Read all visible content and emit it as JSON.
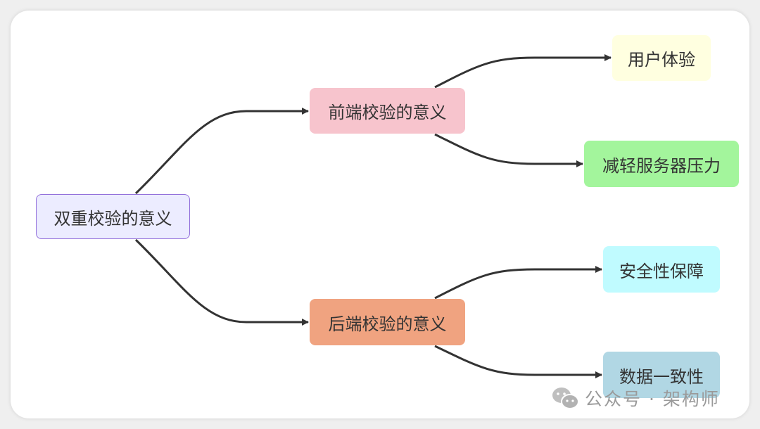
{
  "root": {
    "label": "双重校验的意义",
    "bg": "#ececff",
    "border": "#9370db"
  },
  "frontend": {
    "label": "前端校验的意义",
    "bg": "#f7c4cd"
  },
  "backend": {
    "label": "后端校验的意义",
    "bg": "#f0a380"
  },
  "leaves": [
    {
      "label": "用户体验",
      "bg": "#ffffe0"
    },
    {
      "label": "减轻服务器压力",
      "bg": "#a3f59c"
    },
    {
      "label": "安全性保障",
      "bg": "#c0fbff"
    },
    {
      "label": "数据一致性",
      "bg": "#b1d7e4"
    }
  ],
  "watermark": {
    "text": "公众号 · 架构师",
    "icon": "wechat-icon"
  }
}
